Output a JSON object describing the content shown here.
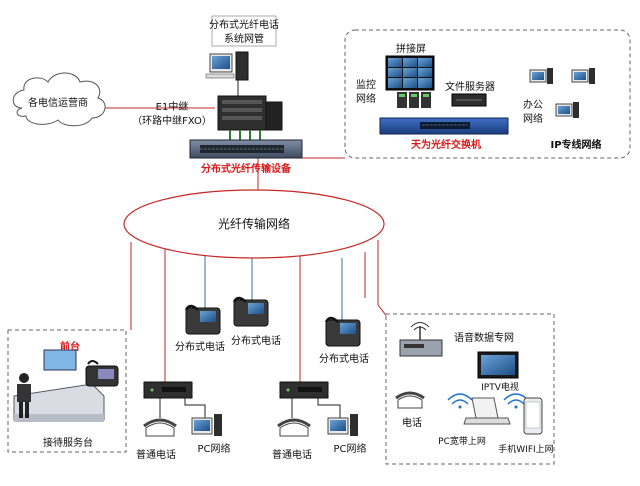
{
  "nms": {
    "title_line1": "分布式光纤电话",
    "title_line2": "系统网管"
  },
  "carriers": {
    "label": "各电信运营商"
  },
  "e1": {
    "line1": "E1中继",
    "line2": "（环路中继FXO）"
  },
  "otn_device": {
    "label": "分布式光纤传输设备"
  },
  "fiber_network": {
    "label": "光纤传输网络"
  },
  "ip_network": {
    "video_wall": "拼接屏",
    "monitor_line1": "监控",
    "monitor_line2": "网络",
    "file_server": "文件服务器",
    "office_line1": "办公",
    "office_line2": "网络",
    "switch": "天为光纤交换机",
    "label": "IP专线网络"
  },
  "reception": {
    "front_desk": "前台",
    "label": "接待服务台"
  },
  "phones": {
    "dist_phone": "分布式电话"
  },
  "endpoints": {
    "ordinary_phone": "普通电话",
    "pc_network": "PC网络"
  },
  "voice_data": {
    "title": "语音数据专网",
    "iptv": "IPTV电视",
    "phone": "电话",
    "pc_broadband": "PC宽带上网",
    "wifi": "手机WIFI上网"
  },
  "colors": {
    "accent_red": "#d81b1b",
    "line_red": "#c62828",
    "line_blue": "#3b6ea8",
    "line_black": "#222222"
  }
}
